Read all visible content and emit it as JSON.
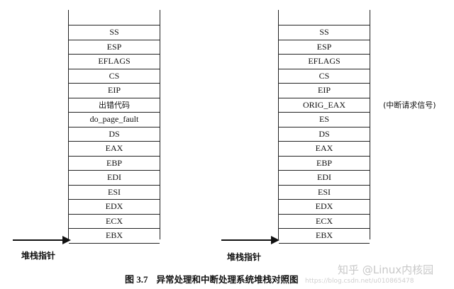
{
  "left_stack": {
    "cells": [
      "SS",
      "ESP",
      "EFLAGS",
      "CS",
      "EIP",
      "出错代码",
      "do_page_fault",
      "DS",
      "EAX",
      "EBP",
      "EDI",
      "ESI",
      "EDX",
      "ECX",
      "EBX"
    ]
  },
  "right_stack": {
    "cells": [
      "SS",
      "ESP",
      "EFLAGS",
      "CS",
      "EIP",
      "ORIG_EAX",
      "ES",
      "DS",
      "EAX",
      "EBP",
      "EDI",
      "ESI",
      "EDX",
      "ECX",
      "EBX"
    ]
  },
  "stack_pointer_label": "堆栈指针",
  "orig_eax_note": "(中断请求信号)",
  "caption": {
    "figure_number": "图 3.7",
    "text": "异常处理和中断处理系统堆栈对照图"
  },
  "watermark": {
    "text": "知乎 @Linux内核园",
    "url": "https://blog.csdn.net/u010865478"
  }
}
